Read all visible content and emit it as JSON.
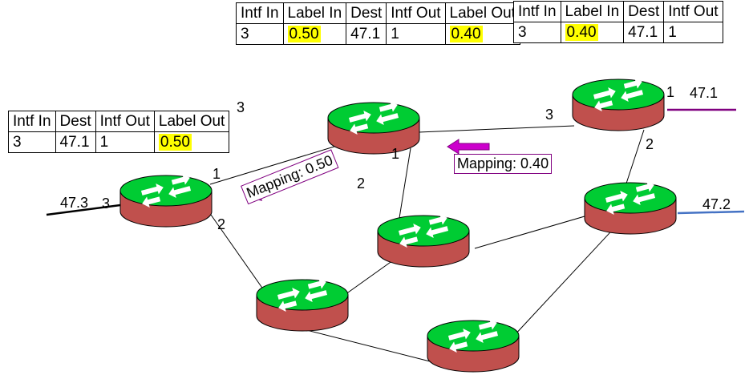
{
  "tables": {
    "left": {
      "headers": [
        "Intf In",
        "Dest",
        "Intf Out",
        "Label Out"
      ],
      "row": [
        "3",
        "47.1",
        "1",
        "0.50"
      ],
      "highlight_col": 3
    },
    "middle": {
      "headers": [
        "Intf In",
        "Label In",
        "Dest",
        "Intf Out",
        "Label Out"
      ],
      "row": [
        "3",
        "0.50",
        "47.1",
        "1",
        "0.40"
      ],
      "highlight_cols": [
        1,
        4
      ]
    },
    "right": {
      "headers": [
        "Intf In",
        "Label In",
        "Dest",
        "Intf Out"
      ],
      "row": [
        "3",
        "0.40",
        "47.1",
        "1"
      ],
      "highlight_col": 1
    }
  },
  "mappings": {
    "left": "Mapping: 0.50",
    "right": "Mapping: 0.40"
  },
  "destinations": {
    "d1": "47.1",
    "d2": "47.2",
    "d3": "47.3"
  },
  "interfaces": {
    "left_router_in": "3",
    "left_router_out1": "1",
    "left_router_out2": "2",
    "mid_router_in": "3",
    "mid_router_out": "1",
    "mid_router_2": "2",
    "right_router_in": "3",
    "right_router_out1": "1",
    "right_router_out2": "2"
  },
  "colors": {
    "highlight": "#ffff00",
    "router_top": "#00cc33",
    "router_base": "#c0504d",
    "arrow": "#cc00cc",
    "link_47_1": "#800080",
    "link_47_2": "#4472c4",
    "link_47_3": "#000000"
  }
}
